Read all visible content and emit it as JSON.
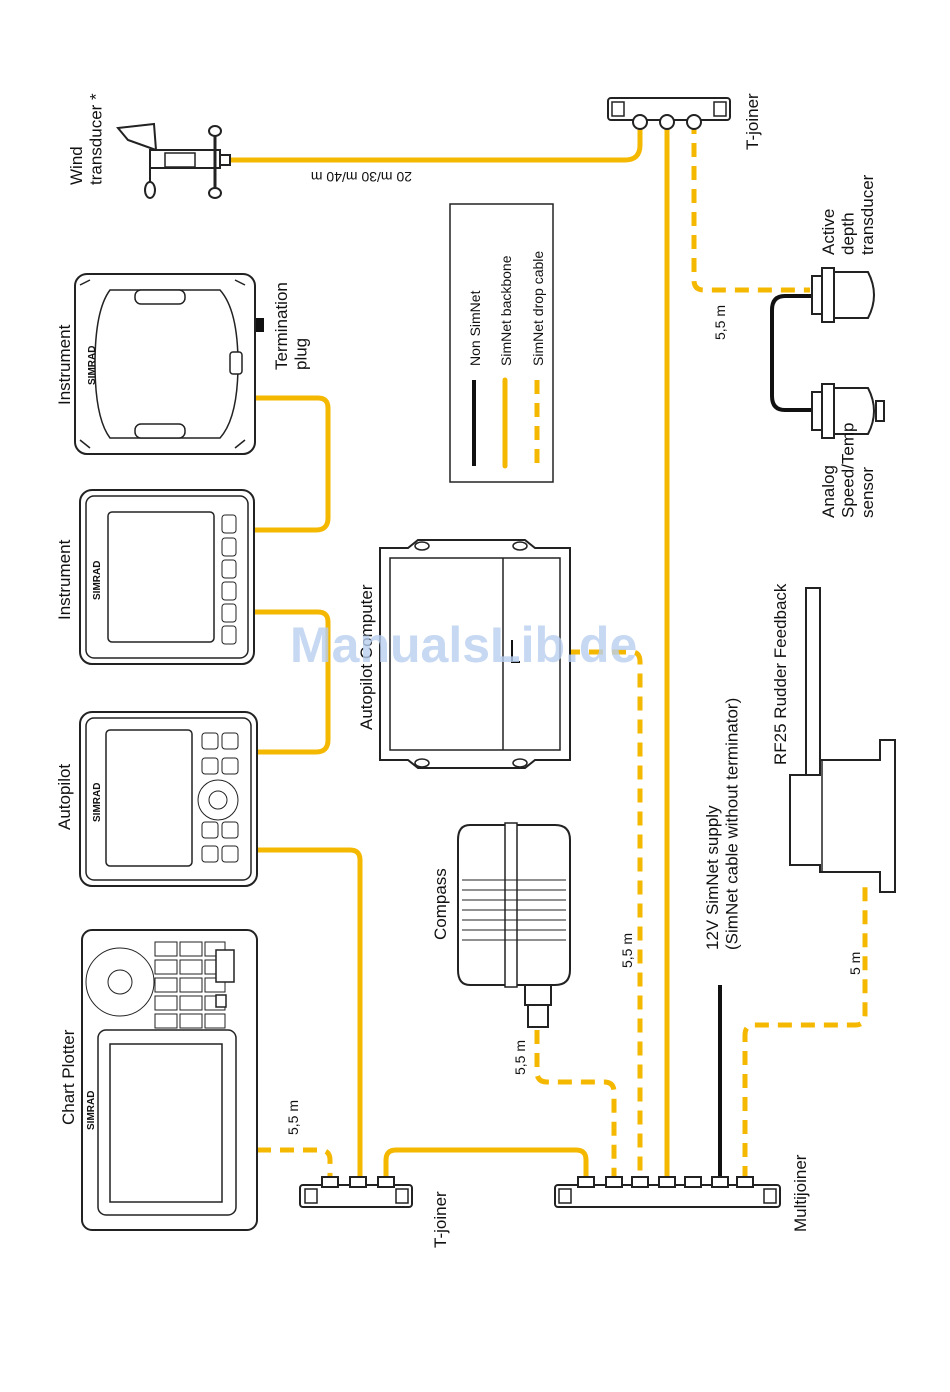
{
  "devices": {
    "wind": "Wind\ntransducer *",
    "instrument_top": "Instrument",
    "termination_plug": "Termination\nplug",
    "instrument_mid": "Instrument",
    "autopilot": "Autopilot",
    "chart_plotter": "Chart Plotter",
    "autopilot_computer": "Autopilot Computer",
    "compass": "Compass",
    "t_joiner_top": "T-joiner",
    "t_joiner_bottom": "T-joiner",
    "multijoiner": "Multijoiner",
    "active_depth": "Active\ndepth\ntransducer",
    "analog_speed": "Analog\nSpeed/Temp\nsensor",
    "rf25": "RF25 Rudder Feedback",
    "supply": "12V SimNet supply\n(SimNet cable without terminator)"
  },
  "cable_lengths": {
    "wind_cable": "20 m/30 m/40 m",
    "depth_drop": "5,5 m",
    "computer_drop": "5,5 m",
    "compass_drop": "5,5 m",
    "plotter_drop": "5,5 m",
    "rudder_drop": "5 m"
  },
  "legend": [
    {
      "label": "Non SimNet",
      "style": "solid-black"
    },
    {
      "label": "SimNet backbone",
      "style": "solid-yellow"
    },
    {
      "label": "SimNet drop cable",
      "style": "dashed-yellow"
    }
  ],
  "brand": "SIMRAD",
  "watermark": "ManualsLib.de",
  "colors": {
    "backbone": "#f5b800",
    "non_simnet": "#111111"
  }
}
